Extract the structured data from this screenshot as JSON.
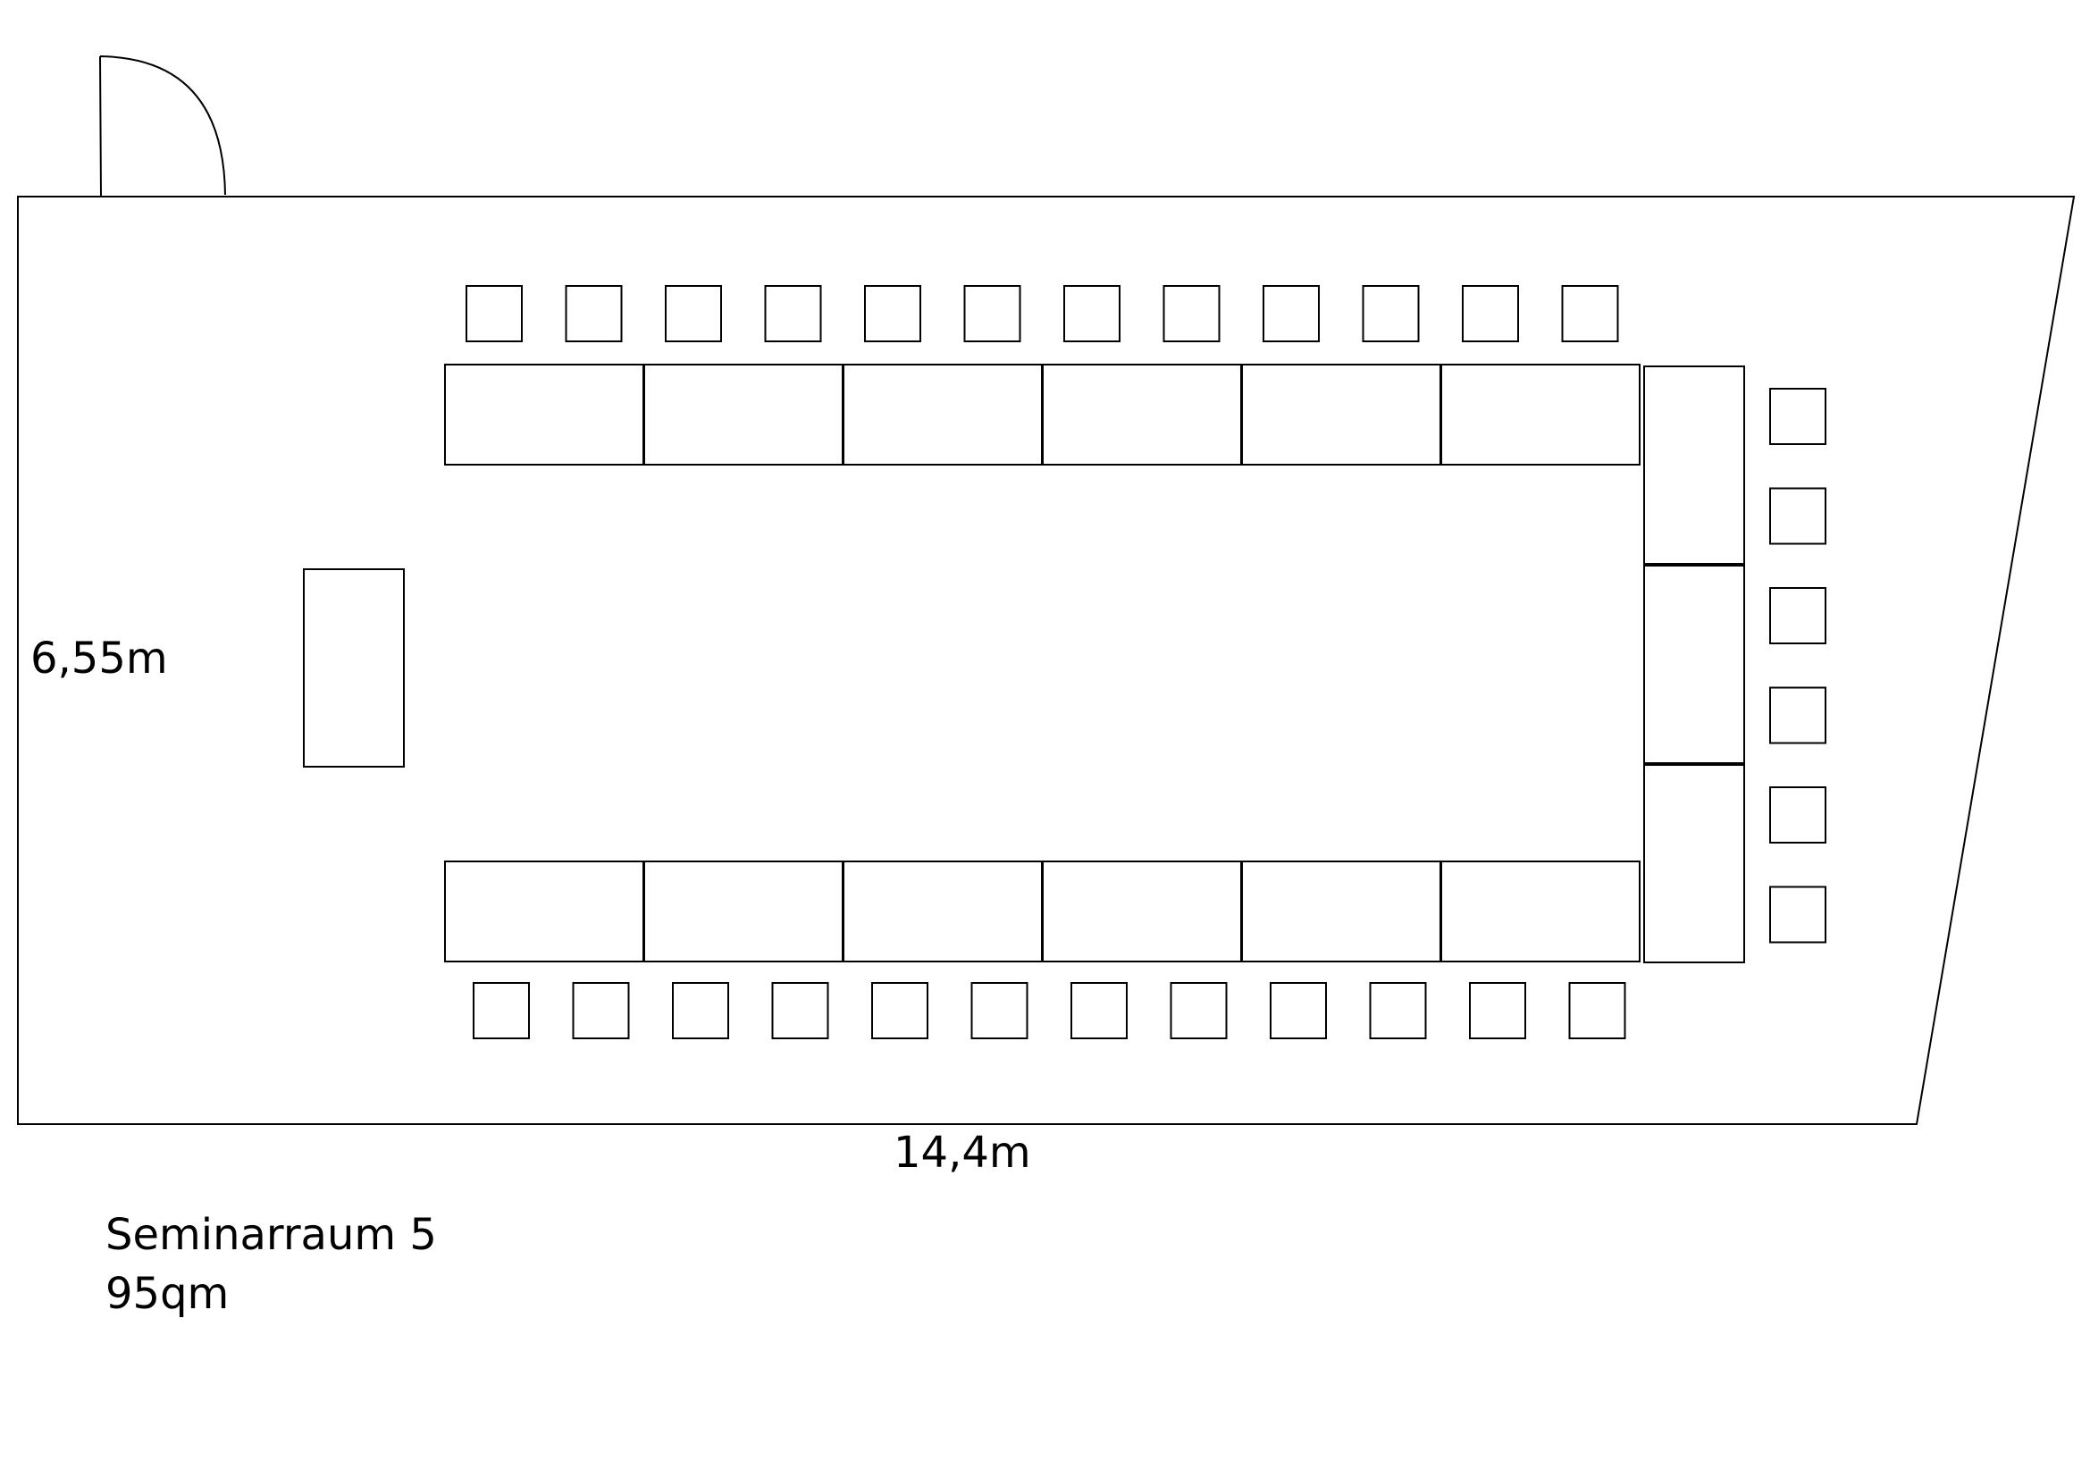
{
  "room": {
    "name": "Seminarraum 5",
    "area": "95qm",
    "height_label": "6,55m",
    "width_label": "14,4m"
  },
  "layout": {
    "arrangement": "u-shape",
    "top_row_tables": 6,
    "bottom_row_tables": 6,
    "side_tables": 3,
    "top_row_chairs": 12,
    "bottom_row_chairs": 12,
    "side_chairs": 6,
    "lectern": 1,
    "doors": 1
  },
  "colors": {
    "stroke": "#000000",
    "background": "#ffffff"
  }
}
